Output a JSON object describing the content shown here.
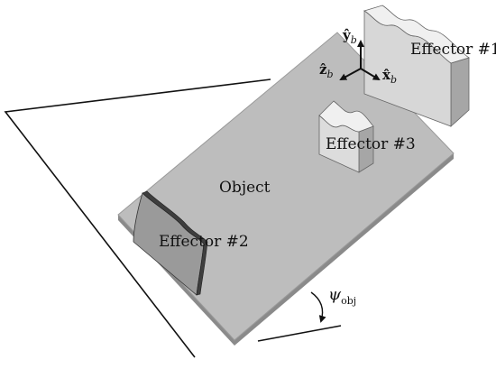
{
  "labels": {
    "object": "Object",
    "effector1": "Effector #1",
    "effector2": "Effector #2",
    "effector3": "Effector #3"
  },
  "axes": {
    "y": {
      "base": "ŷ",
      "sub": "b"
    },
    "z": {
      "base": "ẑ",
      "sub": "b"
    },
    "x": {
      "base": "x̂",
      "sub": "b"
    }
  },
  "angle": {
    "symbol": "ψ",
    "sub": "obj"
  },
  "colors": {
    "plate": "#bdbdbd",
    "plate_edge": "#8a8a8a",
    "effector_light": "#ececec",
    "effector_mid": "#d4d4d4",
    "effector_dark": "#9e9e9e",
    "wall_front": "#9a9a9a",
    "wall_dark": "#4a4a4a",
    "line": "#111111"
  }
}
